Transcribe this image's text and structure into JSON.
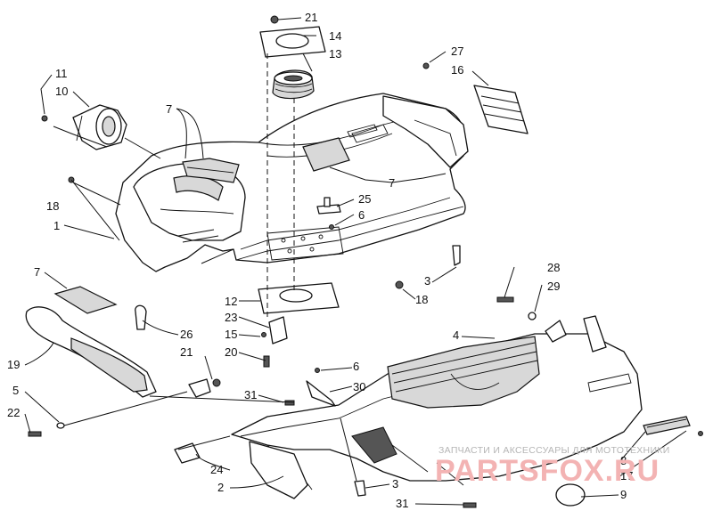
{
  "watermark": {
    "caption": "ЗАПЧАСТИ И АКСЕССУАРЫ ДЛЯ МОТОТЕХНИКИ",
    "brand": "PARTSFOX.RU"
  },
  "callouts": [
    {
      "id": "c21a",
      "text": "21"
    },
    {
      "id": "c14",
      "text": "14"
    },
    {
      "id": "c13",
      "text": "13"
    },
    {
      "id": "c27",
      "text": "27"
    },
    {
      "id": "c16",
      "text": "16"
    },
    {
      "id": "c11",
      "text": "11"
    },
    {
      "id": "c10",
      "text": "10"
    },
    {
      "id": "c7a",
      "text": "7"
    },
    {
      "id": "c7b",
      "text": "7"
    },
    {
      "id": "c25",
      "text": "25"
    },
    {
      "id": "c6a",
      "text": "6"
    },
    {
      "id": "c18a",
      "text": "18"
    },
    {
      "id": "c1",
      "text": "1"
    },
    {
      "id": "c3a",
      "text": "3"
    },
    {
      "id": "c18b",
      "text": "18"
    },
    {
      "id": "c7c",
      "text": "7"
    },
    {
      "id": "c28",
      "text": "28"
    },
    {
      "id": "c29",
      "text": "29"
    },
    {
      "id": "c12",
      "text": "12"
    },
    {
      "id": "c23",
      "text": "23"
    },
    {
      "id": "c26",
      "text": "26"
    },
    {
      "id": "c15",
      "text": "15"
    },
    {
      "id": "c4",
      "text": "4"
    },
    {
      "id": "c20",
      "text": "20"
    },
    {
      "id": "c21b",
      "text": "21"
    },
    {
      "id": "c19",
      "text": "19"
    },
    {
      "id": "c6b",
      "text": "6"
    },
    {
      "id": "c30",
      "text": "30"
    },
    {
      "id": "c5",
      "text": "5"
    },
    {
      "id": "c31a",
      "text": "31"
    },
    {
      "id": "c22",
      "text": "22"
    },
    {
      "id": "c24",
      "text": "24"
    },
    {
      "id": "c8",
      "text": "8"
    },
    {
      "id": "c17",
      "text": "17"
    },
    {
      "id": "c2",
      "text": "2"
    },
    {
      "id": "c3b",
      "text": "3"
    },
    {
      "id": "c9",
      "text": "9"
    },
    {
      "id": "c31b",
      "text": "31"
    }
  ]
}
